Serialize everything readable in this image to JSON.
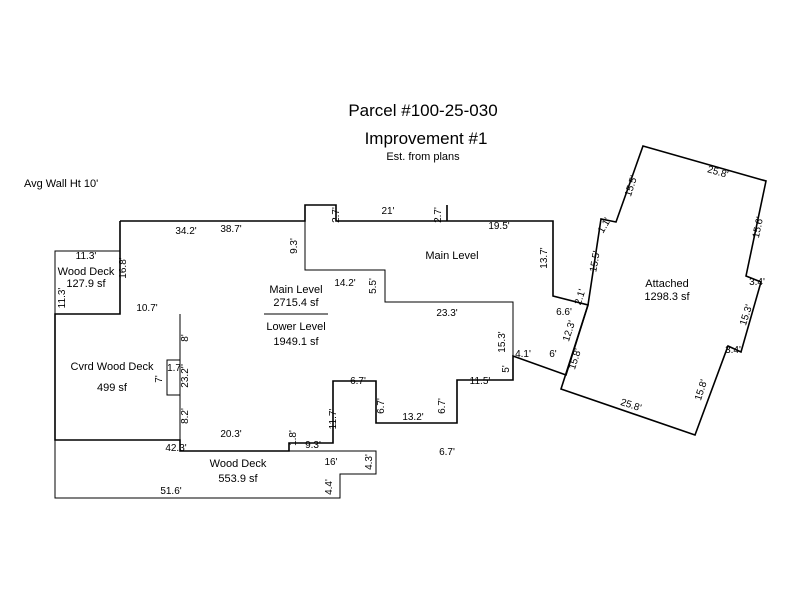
{
  "header": {
    "parcel": "Parcel #100-25-030",
    "improvement": "Improvement #1",
    "note": "Est. from plans",
    "wall_height": "Avg Wall Ht 10'"
  },
  "areas": {
    "main_level_name": "Main Level",
    "main_level_area": "2715.4 sf",
    "lower_level_name": "Lower Level",
    "lower_level_area": "1949.1 sf",
    "main_level_label_right": "Main Level",
    "attached_name": "Attached",
    "attached_area": "1298.3 sf",
    "wood_deck_small_name": "Wood Deck",
    "wood_deck_small_area": "127.9 sf",
    "covered_deck_name": "Cvrd Wood Deck",
    "covered_deck_area": "499 sf",
    "wood_deck_large_name": "Wood Deck",
    "wood_deck_large_area": "553.9 sf"
  },
  "dimensions": {
    "d_34_2": "34.2'",
    "d_38_7": "38.7'",
    "d_2_7_a": "2.7'",
    "d_21": "21'",
    "d_2_7_b": "2.7'",
    "d_19_5": "19.5'",
    "d_9_3": "9.3'",
    "d_14_2": "14.2'",
    "d_5_5": "5.5'",
    "d_13_7": "13.7'",
    "d_23_3": "23.3'",
    "d_15_3_left": "15.3'",
    "d_5": "5'",
    "d_4_1": "4.1'",
    "d_11_5": "11.5'",
    "d_6_7_a": "6.7'",
    "d_6_7_b": "6.7'",
    "d_6_7_c": "6.7'",
    "d_13_2": "13.2'",
    "d_6_7_d": "6.7'",
    "d_11_7": "11.7'",
    "d_11_3_top": "11.3'",
    "d_16_8": "16.8'",
    "d_11_3_side": "11.3'",
    "d_10_7": "10.7'",
    "d_8_a": "8'",
    "d_1_7": "1.7'",
    "d_7": "7'",
    "d_23_2": "23.2'",
    "d_8_2": "8.2'",
    "d_20_3": "20.3'",
    "d_42_3": "42.3'",
    "d_1_8": "1.8'",
    "d_9_3_b": "9.3'",
    "d_16": "16'",
    "d_4_3": "4.3'",
    "d_4_4": "4.4'",
    "d_51_6": "51.6'",
    "d_6_6": "6.6'",
    "d_2_1": "2.1'",
    "d_12_3": "12.3'",
    "d_6": "6'",
    "d_15_8_left": "15.8'",
    "d_15_5_a": "15.5'",
    "d_1_1": "1.1'",
    "d_15_5_b": "15.5'",
    "d_25_8_top": "25.8'",
    "d_15_6": "15.6'",
    "d_3_4_a": "3.4'",
    "d_15_3_right": "15.3'",
    "d_3_4_b": "3.4'",
    "d_15_8_right": "15.8'",
    "d_25_8_bottom": "25.8'"
  }
}
